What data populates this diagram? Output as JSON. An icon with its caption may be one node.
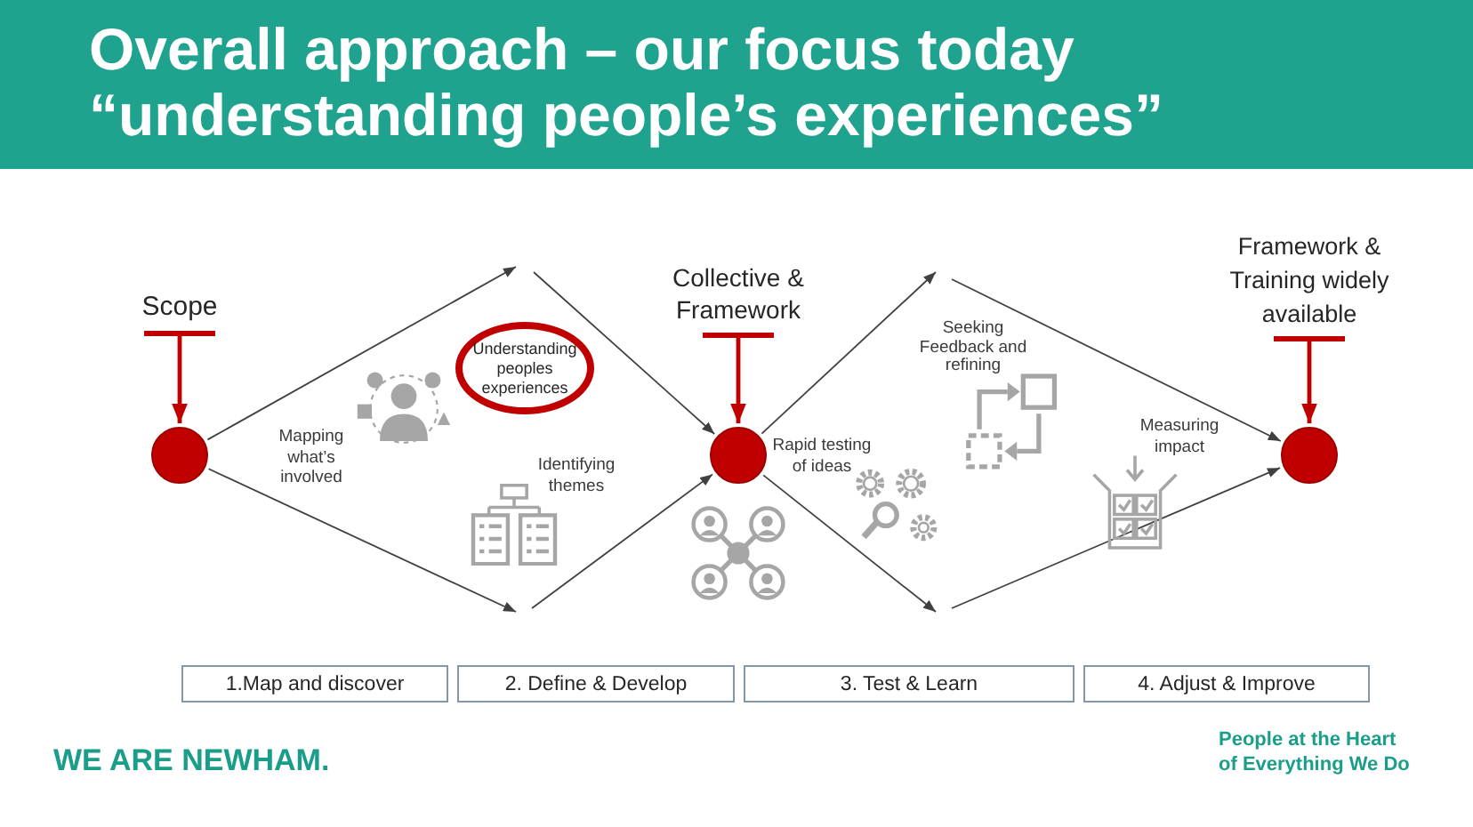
{
  "diagram": {
    "title": "Overall approach – our focus today “understanding people’s experiences”",
    "nodes": [
      {
        "text": [
          "Scope"
        ]
      },
      {
        "text": [],
        "shape": "circle"
      },
      {
        "text": [
          "Understanding peoples experiences"
        ]
      },
      {
        "text": [
          "Collective & Framework"
        ]
      },
      {
        "text": [],
        "shape": "circle"
      },
      {
        "text": [
          "Framework & Training widely available"
        ]
      },
      {
        "text": [],
        "shape": "circle"
      },
      {
        "text": [
          "1.Map and discover"
        ]
      },
      {
        "text": [
          "2. Define & Develop"
        ]
      },
      {
        "text": [
          "3. Test & Learn"
        ]
      },
      {
        "text": [
          "4. Adjust & Improve"
        ]
      }
    ],
    "edges": [
      {
        "from": 0,
        "to": 1,
        "arrow": "to",
        "style": "thick",
        "color": "#c00000"
      },
      {
        "from": 1,
        "to": null,
        "arrow": "to"
      },
      {
        "from": null,
        "to": 4,
        "arrow": "to"
      },
      {
        "from": 1,
        "to": null,
        "arrow": "to"
      },
      {
        "from": null,
        "to": 4,
        "arrow": "to"
      },
      {
        "from": 3,
        "to": 4,
        "arrow": "to",
        "style": "thick",
        "color": "#c00000"
      },
      {
        "from": 4,
        "to": null,
        "arrow": "to"
      },
      {
        "from": null,
        "to": 6,
        "arrow": "to"
      },
      {
        "from": 4,
        "to": null,
        "arrow": "to"
      },
      {
        "from": null,
        "to": 6,
        "arrow": "to"
      },
      {
        "from": 5,
        "to": 6,
        "arrow": "to",
        "style": "thick",
        "color": "#c00000"
      }
    ],
    "labels": [
      "Mapping what’s involved",
      "Identifying themes",
      "Rapid testing of ideas",
      "Seeking Feedback and refining",
      "Measuring impact",
      "WE ARE NEWHAM.",
      "People at the Heart of Everything We Do"
    ]
  }
}
